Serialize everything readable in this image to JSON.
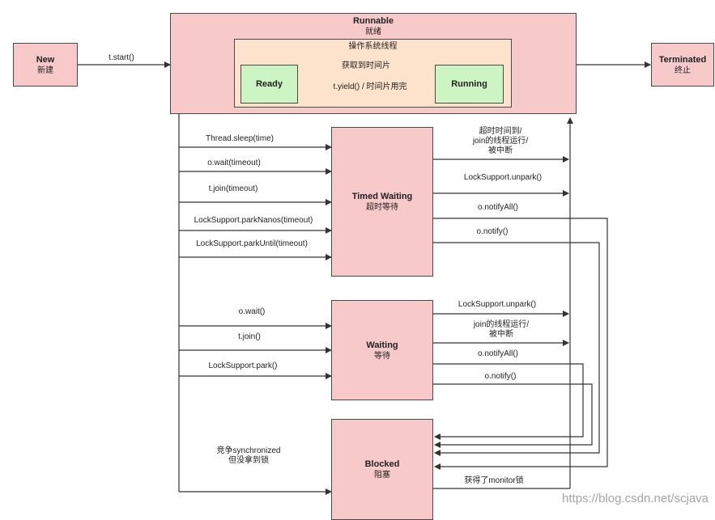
{
  "states": {
    "new": {
      "en": "New",
      "cn": "新建"
    },
    "runnable": {
      "en": "Runnable",
      "cn": "就绪"
    },
    "os_thread": "操作系统线程",
    "ready": "Ready",
    "running": "Running",
    "terminated": {
      "en": "Terminated",
      "cn": "终止"
    },
    "timed_waiting": {
      "en": "Timed Waiting",
      "cn": "超时等待"
    },
    "waiting": {
      "en": "Waiting",
      "cn": "等待"
    },
    "blocked": {
      "en": "Blocked",
      "cn": "阻塞"
    }
  },
  "labels": {
    "t_start": "t.start()",
    "get_slice": "获取到时间片",
    "yield": "t.yield() / 时间片用完",
    "sleep": "Thread.sleep(time)",
    "wait_timeout": "o.wait(timeout)",
    "join_timeout": "t.join(timeout)",
    "park_nanos": "LockSupport.parkNanos(timeout)",
    "park_until": "LockSupport.parkUntil(timeout)",
    "tw_timeout_1": "超时时间到/",
    "tw_timeout_2": "join的线程运行/",
    "tw_timeout_3": "被中断",
    "tw_unpark": "LockSupport.unpark()",
    "tw_notify_all": "o.notifyAll()",
    "tw_notify": "o.notify()",
    "wait": "o.wait()",
    "join": "t.join()",
    "park": "LockSupport.park()",
    "w_unpark": "LockSupport.unpark()",
    "w_join_1": "join的线程运行/",
    "w_join_2": "被中断",
    "w_notify_all": "o.notifyAll()",
    "w_notify": "o.notify()",
    "sync_1": "竞争synchronized",
    "sync_2": "但没拿到锁",
    "got_monitor": "获得了monitor锁"
  },
  "watermark": "https://blog.csdn.net/scjava"
}
